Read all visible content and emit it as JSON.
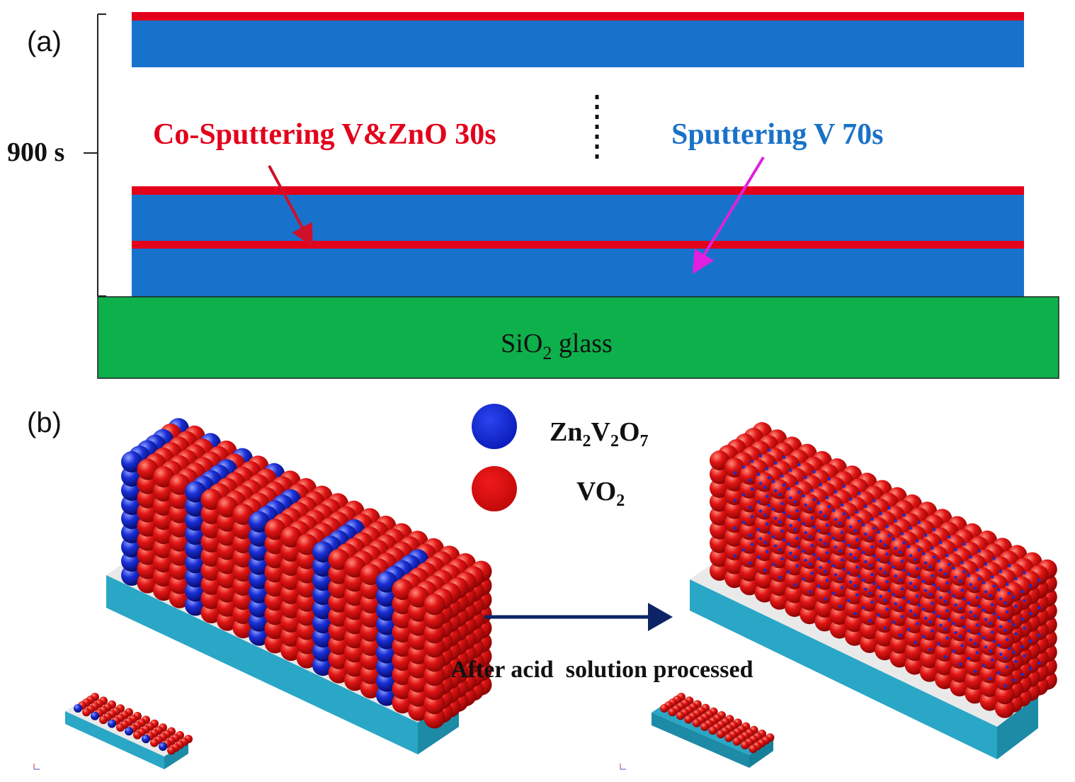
{
  "panel_a": {
    "panel_label": "(a)",
    "time_label": "900 s",
    "co_sputter_label": "Co-Sputtering V&ZnO 30s",
    "sputter_label": "Sputtering V 70s",
    "substrate": {
      "name": "SiO",
      "sub": "2",
      "suffix": " glass"
    }
  },
  "panel_b": {
    "panel_label": "(b)",
    "legend": [
      {
        "name": "Zn",
        "s1": "2",
        "mid": "V",
        "s2": "2",
        "end": "O",
        "s3": "7",
        "color": "#0a1fd6"
      },
      {
        "name": "VO",
        "s1": "2",
        "color": "#e01010"
      }
    ],
    "arrow_label": "After acid  solution processed"
  },
  "colors": {
    "v_layer": "#1872cc",
    "co_layer": "#e3001b",
    "substrate": "#0db04b",
    "red_text": "#e3001b",
    "blue_text": "#1a72c8",
    "red_arrow": "#d0102a",
    "magenta_arrow": "#e020e0",
    "navy_arrow": "#0c2466",
    "base_top": "#e9e9e9",
    "base_side": "#2aa7c6",
    "sphere_red": "#e01010",
    "sphere_blue": "#1730d0"
  }
}
